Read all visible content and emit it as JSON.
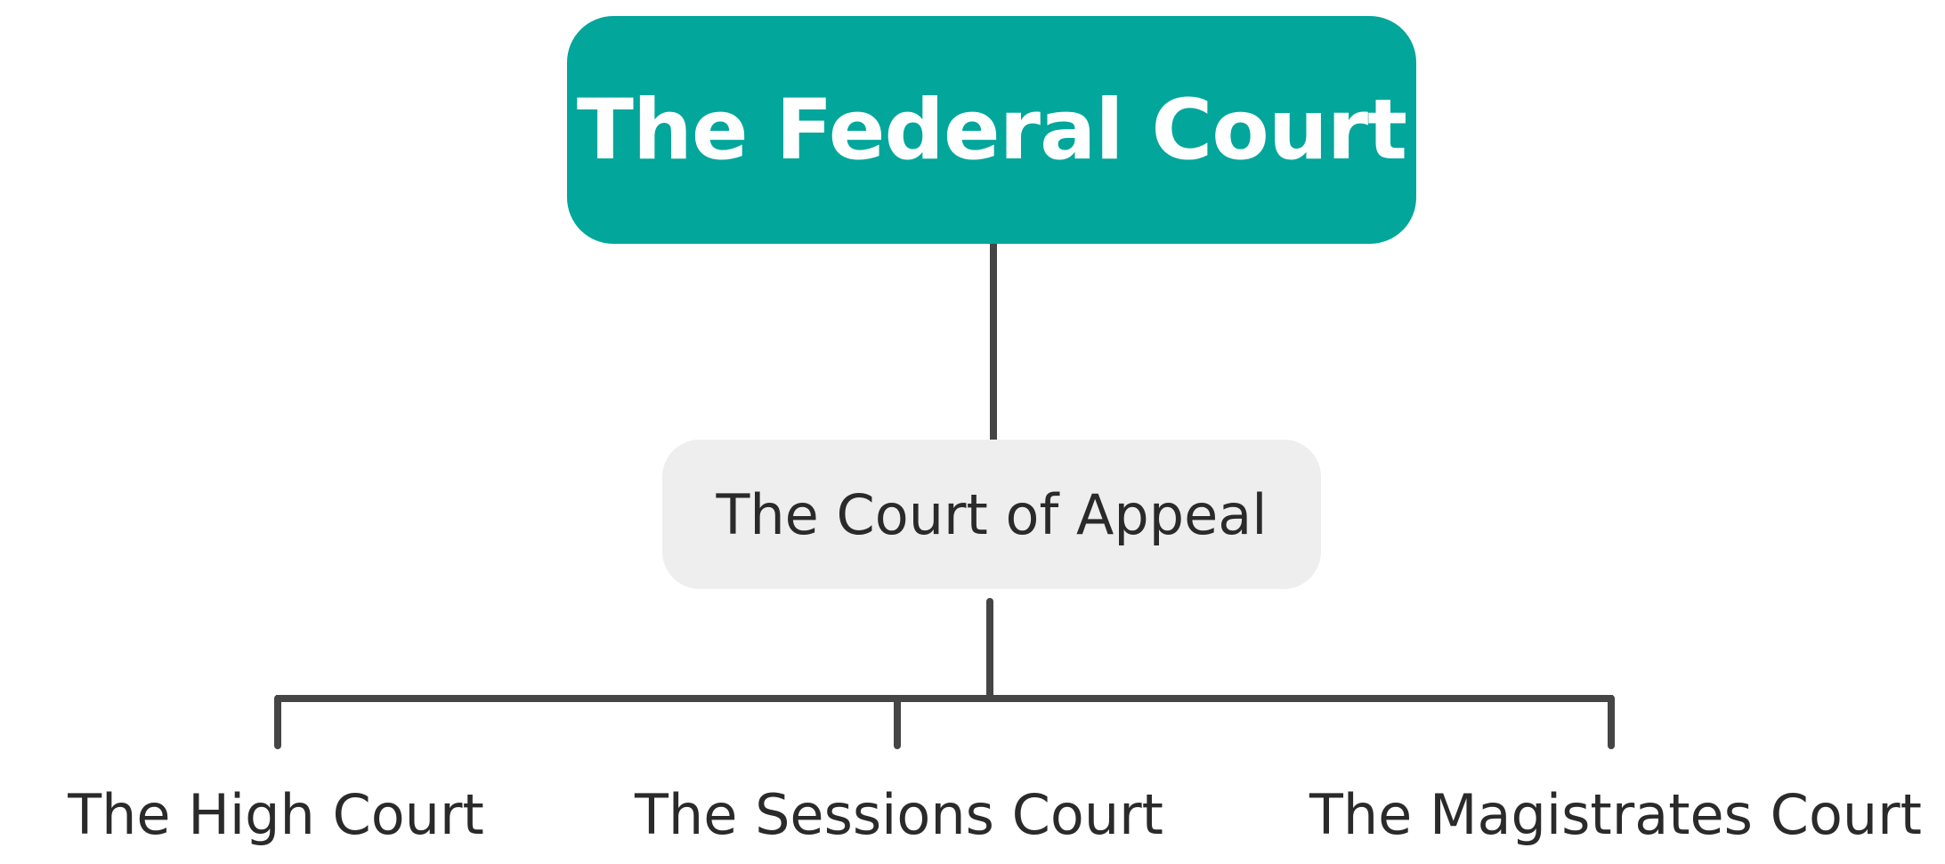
{
  "diagram": {
    "type": "tree",
    "root": {
      "label": "The Federal Court",
      "fill_color": "#02a69b",
      "text_color": "#ffffff"
    },
    "level_1": {
      "label": "The Court of Appeal",
      "fill_color": "#eeeeee",
      "text_color": "#2a2a2a"
    },
    "level_2": [
      {
        "label": "The High Court"
      },
      {
        "label": "The Sessions Court"
      },
      {
        "label": "The Magistrates Court"
      }
    ],
    "connector_color": "#454545"
  }
}
